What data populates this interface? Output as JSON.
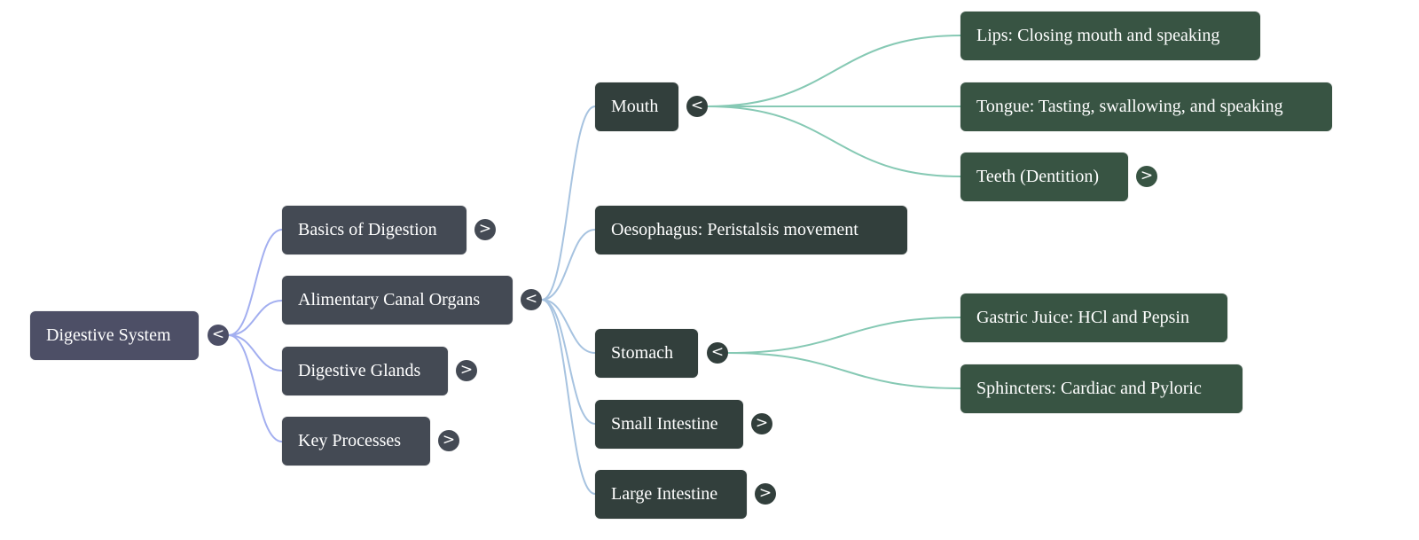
{
  "title": "Digestive System",
  "colors": {
    "root_node": "#4d4f66",
    "level1_node": "#444a54",
    "level2_node": "#323f3c",
    "level3_node": "#385443",
    "edge_level1": "#a3aff0",
    "edge_level2": "#a7c3e0",
    "edge_level3": "#86c9b4"
  },
  "icons": {
    "collapse": "<",
    "expand": ">"
  },
  "root": {
    "label": "Digestive System",
    "toggle": "<",
    "state": "expanded"
  },
  "level1": [
    {
      "label": "Basics of Digestion",
      "toggle": ">",
      "state": "collapsed"
    },
    {
      "label": "Alimentary Canal Organs",
      "toggle": "<",
      "state": "expanded"
    },
    {
      "label": "Digestive Glands",
      "toggle": ">",
      "state": "collapsed"
    },
    {
      "label": "Key Processes",
      "toggle": ">",
      "state": "collapsed"
    }
  ],
  "level2": [
    {
      "label": "Mouth",
      "toggle": "<",
      "state": "expanded"
    },
    {
      "label": "Oesophagus: Peristalsis movement",
      "toggle": "",
      "state": "leaf"
    },
    {
      "label": "Stomach",
      "toggle": "<",
      "state": "expanded"
    },
    {
      "label": "Small Intestine",
      "toggle": ">",
      "state": "collapsed"
    },
    {
      "label": "Large Intestine",
      "toggle": ">",
      "state": "collapsed"
    }
  ],
  "mouth_children": [
    {
      "label": "Lips: Closing mouth and speaking",
      "toggle": "",
      "state": "leaf"
    },
    {
      "label": "Tongue: Tasting, swallowing, and speaking",
      "toggle": "",
      "state": "leaf"
    },
    {
      "label": "Teeth (Dentition)",
      "toggle": ">",
      "state": "collapsed"
    }
  ],
  "stomach_children": [
    {
      "label": "Gastric Juice: HCl and Pepsin",
      "toggle": "",
      "state": "leaf"
    },
    {
      "label": "Sphincters: Cardiac and Pyloric",
      "toggle": "",
      "state": "leaf"
    }
  ]
}
